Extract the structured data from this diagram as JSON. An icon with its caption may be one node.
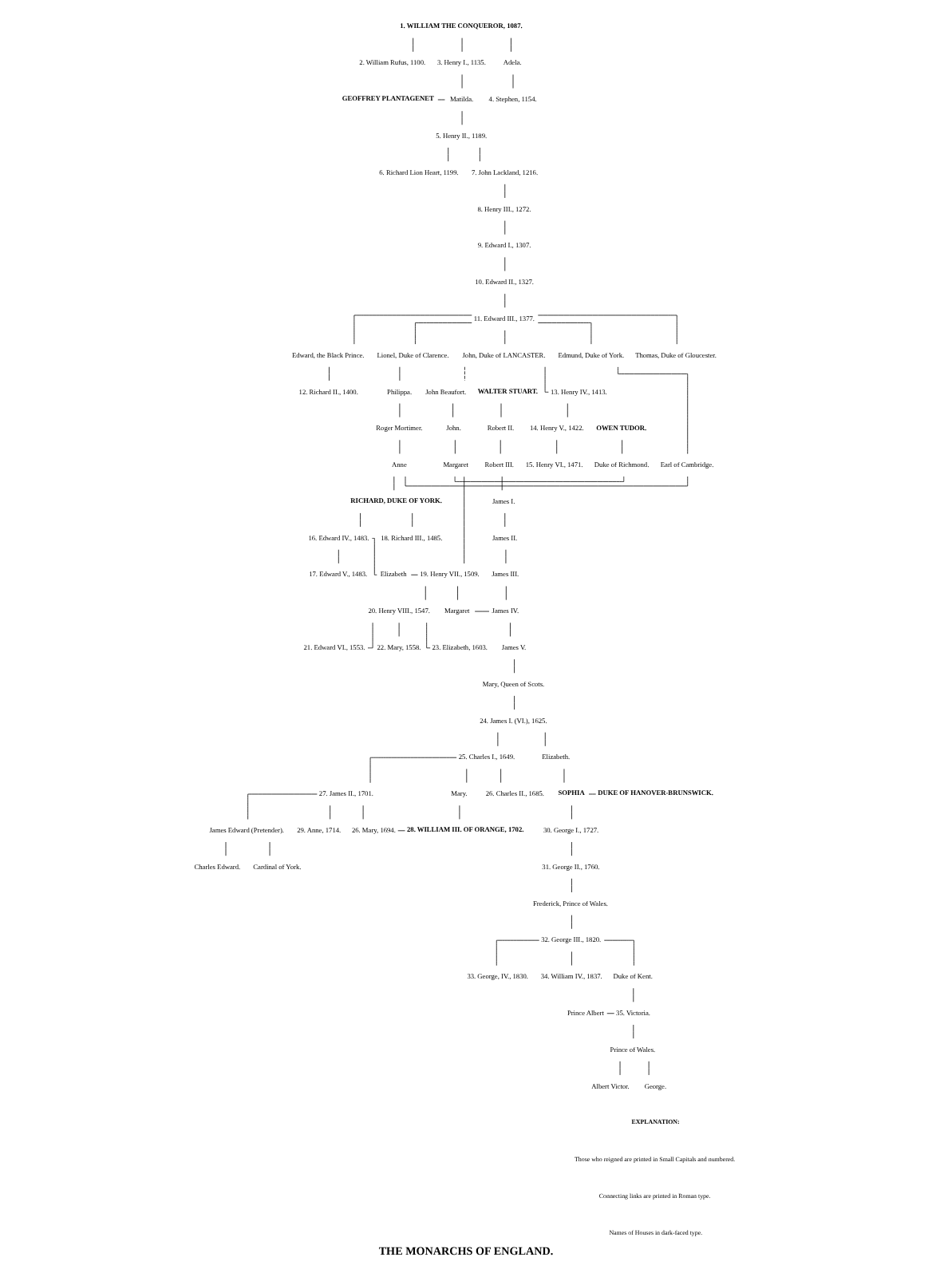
{
  "diagram": {
    "title": "THE MONARCHS OF ENGLAND.",
    "nodes": [
      {
        "text": [
          "1. WILLIAM THE CONQUEROR, 1087."
        ]
      },
      {
        "text": [
          "2. William Rufus, 1100."
        ]
      },
      {
        "text": [
          "3. Henry I., 1135."
        ]
      },
      {
        "text": [
          "Adela."
        ]
      },
      {
        "text": [
          "GEOFFREY PLANTAGENET"
        ]
      },
      {
        "text": [
          "Matilda."
        ]
      },
      {
        "text": [
          "4. Stephen, 1154."
        ]
      },
      {
        "text": [
          "5. Henry II., 1189."
        ]
      },
      {
        "text": [
          "6. Richard Lion Heart, 1199."
        ]
      },
      {
        "text": [
          "7. John Lackland, 1216."
        ]
      },
      {
        "text": [
          "8. Henry III., 1272."
        ]
      },
      {
        "text": [
          "9. Edward I., 1307."
        ]
      },
      {
        "text": [
          "10. Edward II., 1327."
        ]
      },
      {
        "text": [
          "11. Edward III., 1377."
        ]
      },
      {
        "text": [
          "Edward, the Black Prince."
        ]
      },
      {
        "text": [
          "Lionel, Duke of Clarence."
        ]
      },
      {
        "text": [
          "Edmund, Duke of York."
        ]
      },
      {
        "text": [
          "John, Duke of LANCASTER."
        ]
      },
      {
        "text": [
          "Thomas, Duke of Gloucester."
        ]
      },
      {
        "text": [
          "12. Richard II., 1400."
        ]
      },
      {
        "text": [
          "Philippa."
        ]
      },
      {
        "text": [
          "Roger Mortimer."
        ]
      },
      {
        "text": [
          "Anne"
        ]
      },
      {
        "text": [
          "Earl of Cambridge."
        ]
      },
      {
        "text": [
          "RICHARD, DUKE OF YORK."
        ]
      },
      {
        "text": [
          "13. Henry IV., 1413."
        ]
      },
      {
        "text": [
          "John Beaufort."
        ]
      },
      {
        "text": [
          "14. Henry V., 1422."
        ]
      },
      {
        "text": [
          "John."
        ]
      },
      {
        "text": [
          "OWEN TUDOR."
        ]
      },
      {
        "text": [
          "15. Henry VI., 1471."
        ]
      },
      {
        "text": [
          "Margaret"
        ]
      },
      {
        "text": [
          "Duke of Richmond."
        ]
      },
      {
        "text": [
          "WALTER STUART."
        ]
      },
      {
        "text": [
          "16. Edward IV., 1483."
        ]
      },
      {
        "text": [
          "18. Richard III., 1485."
        ]
      },
      {
        "text": [
          "Robert II."
        ]
      },
      {
        "text": [
          "17. Edward V., 1483."
        ]
      },
      {
        "text": [
          "Elizabeth"
        ]
      },
      {
        "text": [
          "19. Henry VII., 1509."
        ]
      },
      {
        "text": [
          "Robert III."
        ]
      },
      {
        "text": [
          "James I."
        ]
      },
      {
        "text": [
          "James II."
        ]
      },
      {
        "text": [
          "James III."
        ]
      },
      {
        "text": [
          "20. Henry VIII., 1547."
        ]
      },
      {
        "text": [
          "Margaret"
        ]
      },
      {
        "text": [
          "James IV."
        ]
      },
      {
        "text": [
          "James V."
        ]
      },
      {
        "text": [
          "22. Mary, 1558."
        ]
      },
      {
        "text": [
          "23. Elizabeth, 1603."
        ]
      },
      {
        "text": [
          "21. Edward VI., 1553."
        ]
      },
      {
        "text": [
          "Mary, Queen of Scots."
        ]
      },
      {
        "text": [
          "24. James I. (VI.), 1625."
        ]
      },
      {
        "text": [
          "25. Charles I., 1649."
        ]
      },
      {
        "text": [
          "Elizabeth."
        ]
      },
      {
        "text": [
          "SOPHIA"
        ]
      },
      {
        "text": [
          "DUKE OF HANOVER-BRUNSWICK."
        ]
      },
      {
        "text": [
          "26. Charles II., 1685."
        ]
      },
      {
        "text": [
          "27. James II., 1701."
        ]
      },
      {
        "text": [
          "Mary."
        ]
      },
      {
        "text": [
          "30. George I., 1727."
        ]
      },
      {
        "text": [
          "29. Anne, 1714."
        ]
      },
      {
        "text": [
          "James Edward (Pretender)."
        ]
      },
      {
        "text": [
          "26. Mary, 1694."
        ]
      },
      {
        "text": [
          "28. WILLIAM III. OF ORANGE, 1702."
        ]
      },
      {
        "text": [
          "31. George II., 1760."
        ]
      },
      {
        "text": [
          "Frederick, Prince of Wales."
        ]
      },
      {
        "text": [
          "Charles Edward."
        ]
      },
      {
        "text": [
          "Cardinal of York."
        ]
      },
      {
        "text": [
          "32. George III., 1820."
        ]
      },
      {
        "text": [
          "33. George, IV., 1830."
        ]
      },
      {
        "text": [
          "34. William IV., 1837."
        ]
      },
      {
        "text": [
          "Duke of Kent."
        ]
      },
      {
        "text": [
          "Prince Albert"
        ]
      },
      {
        "text": [
          "35. Victoria."
        ]
      },
      {
        "text": [
          "Prince of Wales."
        ]
      },
      {
        "text": [
          "Albert Victor."
        ]
      },
      {
        "text": [
          "George."
        ]
      }
    ],
    "edges": [
      {
        "from": 0,
        "to": 1,
        "arrow": "none"
      },
      {
        "from": 0,
        "to": 2,
        "arrow": "none"
      },
      {
        "from": 0,
        "to": 3,
        "arrow": "none"
      },
      {
        "from": 2,
        "to": 5,
        "arrow": "none"
      },
      {
        "from": 4,
        "to": 5,
        "arrow": "none"
      },
      {
        "from": 3,
        "to": 6,
        "arrow": "none"
      },
      {
        "from": 5,
        "to": 7,
        "arrow": "none"
      },
      {
        "from": 7,
        "to": 8,
        "arrow": "none"
      },
      {
        "from": 7,
        "to": 9,
        "arrow": "none"
      },
      {
        "from": 9,
        "to": 10,
        "arrow": "none"
      },
      {
        "from": 10,
        "to": 11,
        "arrow": "none"
      },
      {
        "from": 11,
        "to": 12,
        "arrow": "none"
      },
      {
        "from": 12,
        "to": 13,
        "arrow": "none"
      },
      {
        "from": 13,
        "to": 14,
        "arrow": "none"
      },
      {
        "from": 13,
        "to": 15,
        "arrow": "none"
      },
      {
        "from": 13,
        "to": 16,
        "arrow": "none"
      },
      {
        "from": 13,
        "to": 17,
        "arrow": "none"
      },
      {
        "from": 13,
        "to": 18,
        "arrow": "none"
      },
      {
        "from": 14,
        "to": 19,
        "arrow": "none"
      },
      {
        "from": 15,
        "to": 20,
        "arrow": "none"
      },
      {
        "from": 20,
        "to": 21,
        "arrow": "none"
      },
      {
        "from": 21,
        "to": 22,
        "arrow": "none"
      },
      {
        "from": 16,
        "to": 23,
        "arrow": "none"
      },
      {
        "from": 22,
        "to": 23,
        "arrow": "none"
      },
      {
        "from": 22,
        "to": 24,
        "arrow": "none"
      },
      {
        "from": 17,
        "to": 25,
        "arrow": "none"
      },
      {
        "from": 17,
        "to": 26,
        "arrow": "none",
        "style": "dashed"
      },
      {
        "from": 25,
        "to": 27,
        "arrow": "none"
      },
      {
        "from": 27,
        "to": 30,
        "arrow": "none"
      },
      {
        "from": 26,
        "to": 28,
        "arrow": "none"
      },
      {
        "from": 28,
        "to": 31,
        "arrow": "none"
      },
      {
        "from": 31,
        "to": 32,
        "arrow": "none"
      },
      {
        "from": 29,
        "to": 32,
        "arrow": "none"
      },
      {
        "from": 31,
        "to": 39,
        "arrow": "none"
      },
      {
        "from": 24,
        "to": 34,
        "arrow": "none"
      },
      {
        "from": 24,
        "to": 35,
        "arrow": "none"
      },
      {
        "from": 34,
        "to": 37,
        "arrow": "none"
      },
      {
        "from": 34,
        "to": 38,
        "arrow": "none"
      },
      {
        "from": 38,
        "to": 39,
        "arrow": "none"
      },
      {
        "from": 39,
        "to": 44,
        "arrow": "none"
      },
      {
        "from": 39,
        "to": 45,
        "arrow": "none"
      },
      {
        "from": 33,
        "to": 36,
        "arrow": "none"
      },
      {
        "from": 36,
        "to": 40,
        "arrow": "none"
      },
      {
        "from": 40,
        "to": 41,
        "arrow": "none"
      },
      {
        "from": 41,
        "to": 42,
        "arrow": "none"
      },
      {
        "from": 42,
        "to": 43,
        "arrow": "none"
      },
      {
        "from": 43,
        "to": 46,
        "arrow": "none"
      },
      {
        "from": 45,
        "to": 46,
        "arrow": "none"
      },
      {
        "from": 46,
        "to": 47,
        "arrow": "none"
      },
      {
        "from": 44,
        "to": 48,
        "arrow": "none"
      },
      {
        "from": 44,
        "to": 49,
        "arrow": "none"
      },
      {
        "from": 44,
        "to": 50,
        "arrow": "none"
      },
      {
        "from": 47,
        "to": 51,
        "arrow": "none"
      },
      {
        "from": 51,
        "to": 52,
        "arrow": "none"
      },
      {
        "from": 52,
        "to": 53,
        "arrow": "none"
      },
      {
        "from": 52,
        "to": 54,
        "arrow": "none"
      },
      {
        "from": 54,
        "to": 55,
        "arrow": "none"
      },
      {
        "from": 55,
        "to": 56,
        "arrow": "none"
      },
      {
        "from": 55,
        "to": 60,
        "arrow": "none"
      },
      {
        "from": 53,
        "to": 57,
        "arrow": "none"
      },
      {
        "from": 53,
        "to": 58,
        "arrow": "none"
      },
      {
        "from": 53,
        "to": 59,
        "arrow": "none"
      },
      {
        "from": 58,
        "to": 61,
        "arrow": "none"
      },
      {
        "from": 58,
        "to": 62,
        "arrow": "none"
      },
      {
        "from": 58,
        "to": 63,
        "arrow": "none"
      },
      {
        "from": 63,
        "to": 64,
        "arrow": "none"
      },
      {
        "from": 59,
        "to": 64,
        "arrow": "none"
      },
      {
        "from": 62,
        "to": 67,
        "arrow": "none"
      },
      {
        "from": 62,
        "to": 68,
        "arrow": "none"
      },
      {
        "from": 60,
        "to": 65,
        "arrow": "none"
      },
      {
        "from": 65,
        "to": 66,
        "arrow": "none"
      },
      {
        "from": 66,
        "to": 69,
        "arrow": "none"
      },
      {
        "from": 69,
        "to": 70,
        "arrow": "none"
      },
      {
        "from": 69,
        "to": 71,
        "arrow": "none"
      },
      {
        "from": 69,
        "to": 72,
        "arrow": "none"
      },
      {
        "from": 72,
        "to": 74,
        "arrow": "none"
      },
      {
        "from": 73,
        "to": 74,
        "arrow": "none"
      },
      {
        "from": 74,
        "to": 75,
        "arrow": "none"
      },
      {
        "from": 75,
        "to": 76,
        "arrow": "none"
      },
      {
        "from": 75,
        "to": 77,
        "arrow": "none"
      }
    ],
    "labels": [
      "EXPLANATION:",
      "Those who reigned are printed in Small Capitals and numbered.",
      "Connecting links are printed in Roman type.",
      "Names of Houses in dark-faced type."
    ]
  }
}
